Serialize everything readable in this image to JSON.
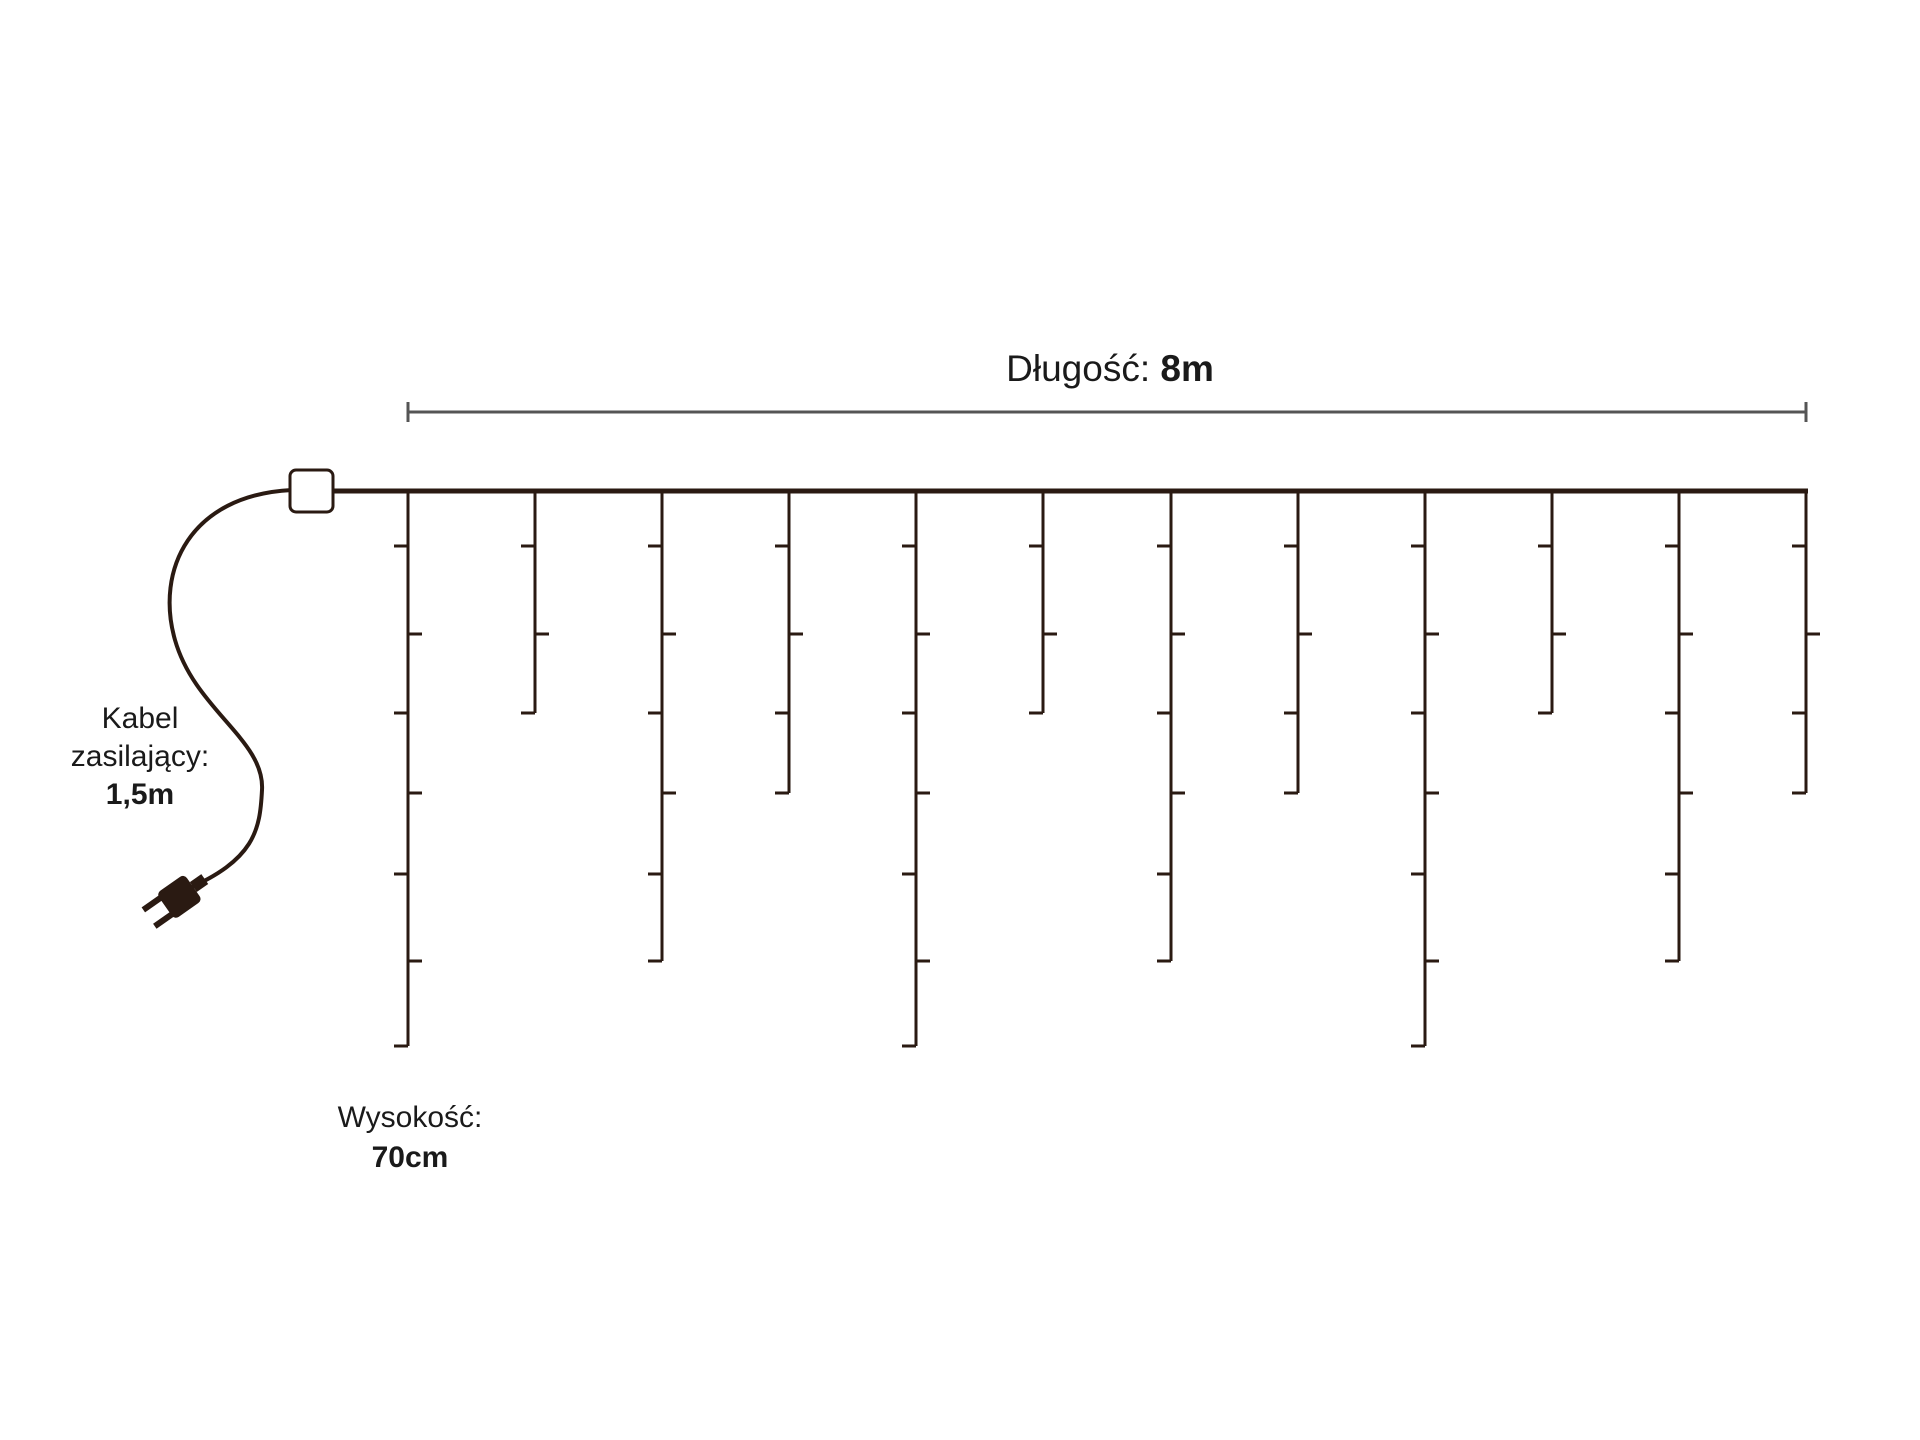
{
  "labels": {
    "length_prefix": "Długość:",
    "length_value": "8m",
    "cable_line1": "Kabel",
    "cable_line2": "zasilający:",
    "cable_value": "1,5m",
    "height_prefix": "Wysokość:",
    "height_value": "70cm"
  },
  "colors": {
    "wire": "#2a1a12",
    "dimension_line": "#555555",
    "text": "#1a1a1a",
    "background": "#ffffff"
  },
  "strands": {
    "count": 12,
    "lengths": [
      7,
      3,
      6,
      4,
      7,
      3,
      6,
      4,
      7,
      3,
      6,
      4
    ]
  }
}
